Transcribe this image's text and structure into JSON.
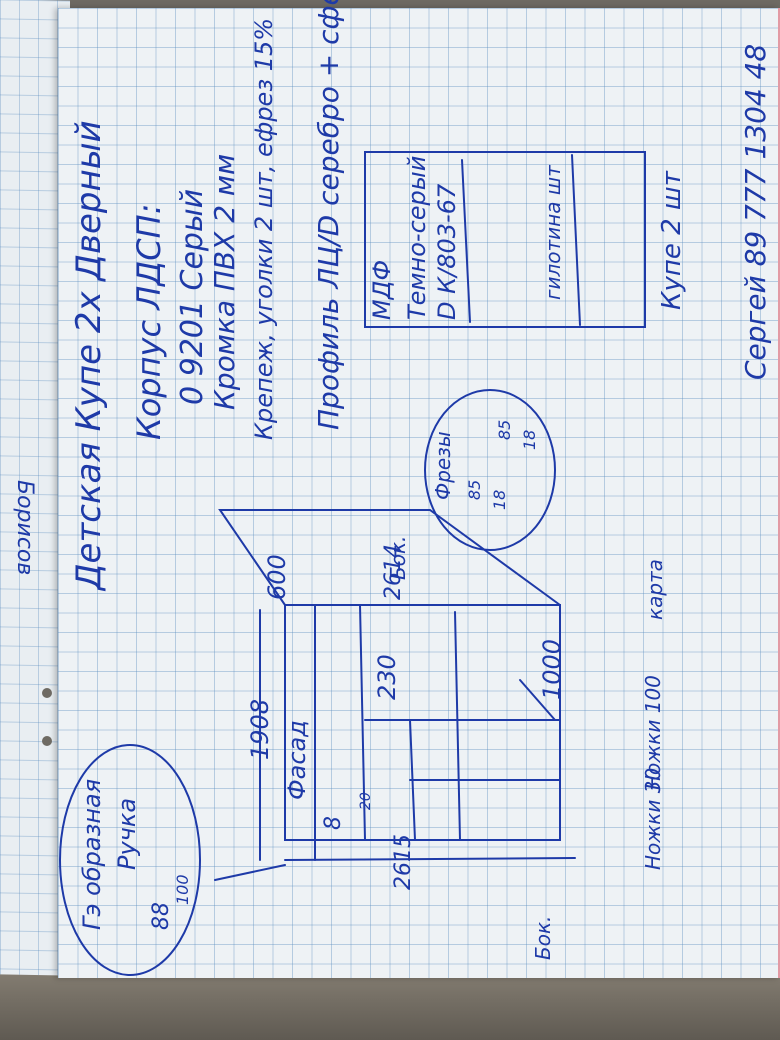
{
  "sheet": {
    "left_page_fragment": "Борисов",
    "title_line": "Детская  Купе 2х Дверный",
    "korpus": "Корпус ЛДСП:",
    "color": "0 9201 Серый",
    "edge": "Кромка ПВХ 2 мм",
    "fasteners": "Крепеж, уголки 2 шт, ефрез 15%",
    "profile": "Профиль ЛЦ/D серебро + сферы",
    "phone": "Сергей 89 777 1304 48"
  },
  "door_box": {
    "line1": "МДФ",
    "line2": "Темно-серый",
    "line3": "D К/803-67",
    "line4": "гилотина шт",
    "caption": "Купе 2 шт"
  },
  "drawing": {
    "depth": "600",
    "width_top": "2614",
    "height": "1908",
    "facade": "Фасад",
    "shelf_label": "230",
    "shelf_side": "1000",
    "width_bottom": "2615",
    "inner_small": "20",
    "niche": "8",
    "bok_top": "Бок.",
    "bok_bottom": "Бок.",
    "karta": "карта",
    "nozhki_100": "Ножки 100",
    "nozhki_30": "Ножки 30",
    "frezy_label": "Фрезы",
    "frezy_18a": "18",
    "frezy_18b": "18",
    "frezy_85": "85",
    "frezy_85b": "85"
  },
  "callout": {
    "text1": "Гэ образная",
    "text2": "Ручка",
    "num1": "88",
    "num2": "100"
  }
}
